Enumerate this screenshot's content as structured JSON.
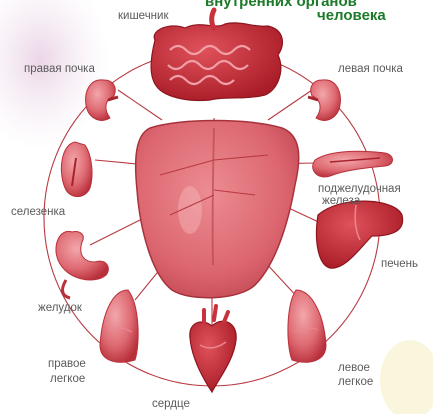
{
  "title": {
    "line1": "внутренних органов",
    "line2": "человека"
  },
  "labels": {
    "intestine": "кишечник",
    "right_kidney": "правая почка",
    "left_kidney": "левая почка",
    "pancreas_1": "поджелудочная",
    "pancreas_2": "железа",
    "spleen": "селезенка",
    "liver": "печень",
    "stomach": "желудок",
    "right_lung_1": "правое",
    "right_lung_2": "легкое",
    "left_lung_1": "левое",
    "left_lung_2": "легкое",
    "heart": "сердце"
  },
  "colors": {
    "tongue": "#d9606a",
    "organ": "#c92a34",
    "line": "#b83a40",
    "title": "#1c7a2a",
    "label": "#5a5a5a"
  }
}
